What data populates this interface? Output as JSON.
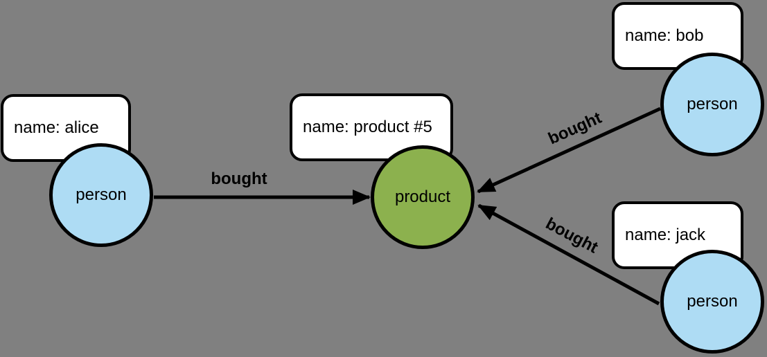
{
  "graph": {
    "background_color": "#808080",
    "colors": {
      "person_fill": "#AEDCF4",
      "product_fill": "#8CB14E",
      "box_fill": "#FFFFFF",
      "stroke": "#000000"
    },
    "nodes": [
      {
        "id": "alice",
        "label": "person",
        "property": "name: alice"
      },
      {
        "id": "product-5",
        "label": "product",
        "property": "name: product #5"
      },
      {
        "id": "bob",
        "label": "person",
        "property": "name: bob"
      },
      {
        "id": "jack",
        "label": "person",
        "property": "name: jack"
      }
    ],
    "edges": [
      {
        "from": "alice",
        "to": "product-5",
        "label": "bought"
      },
      {
        "from": "bob",
        "to": "product-5",
        "label": "bought"
      },
      {
        "from": "jack",
        "to": "product-5",
        "label": "bought"
      }
    ]
  }
}
